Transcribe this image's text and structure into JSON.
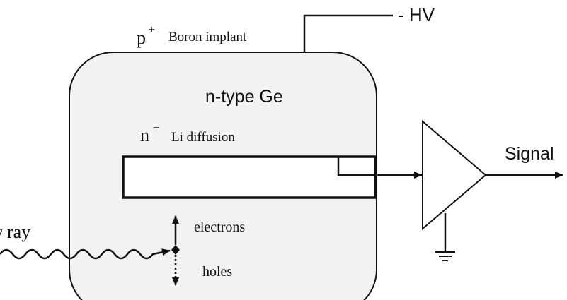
{
  "labels": {
    "hv": "- HV",
    "p_symbol": "p",
    "p_sup": "+",
    "boron": "Boron implant",
    "ntype": "n-type Ge",
    "n_symbol": "n",
    "n_sup": "+",
    "li": "Li diffusion",
    "signal": "Signal",
    "electrons": "electrons",
    "holes": "holes",
    "gamma": "γ ray"
  },
  "colors": {
    "body_fill": "#f2f2f2",
    "stroke": "#111111"
  }
}
